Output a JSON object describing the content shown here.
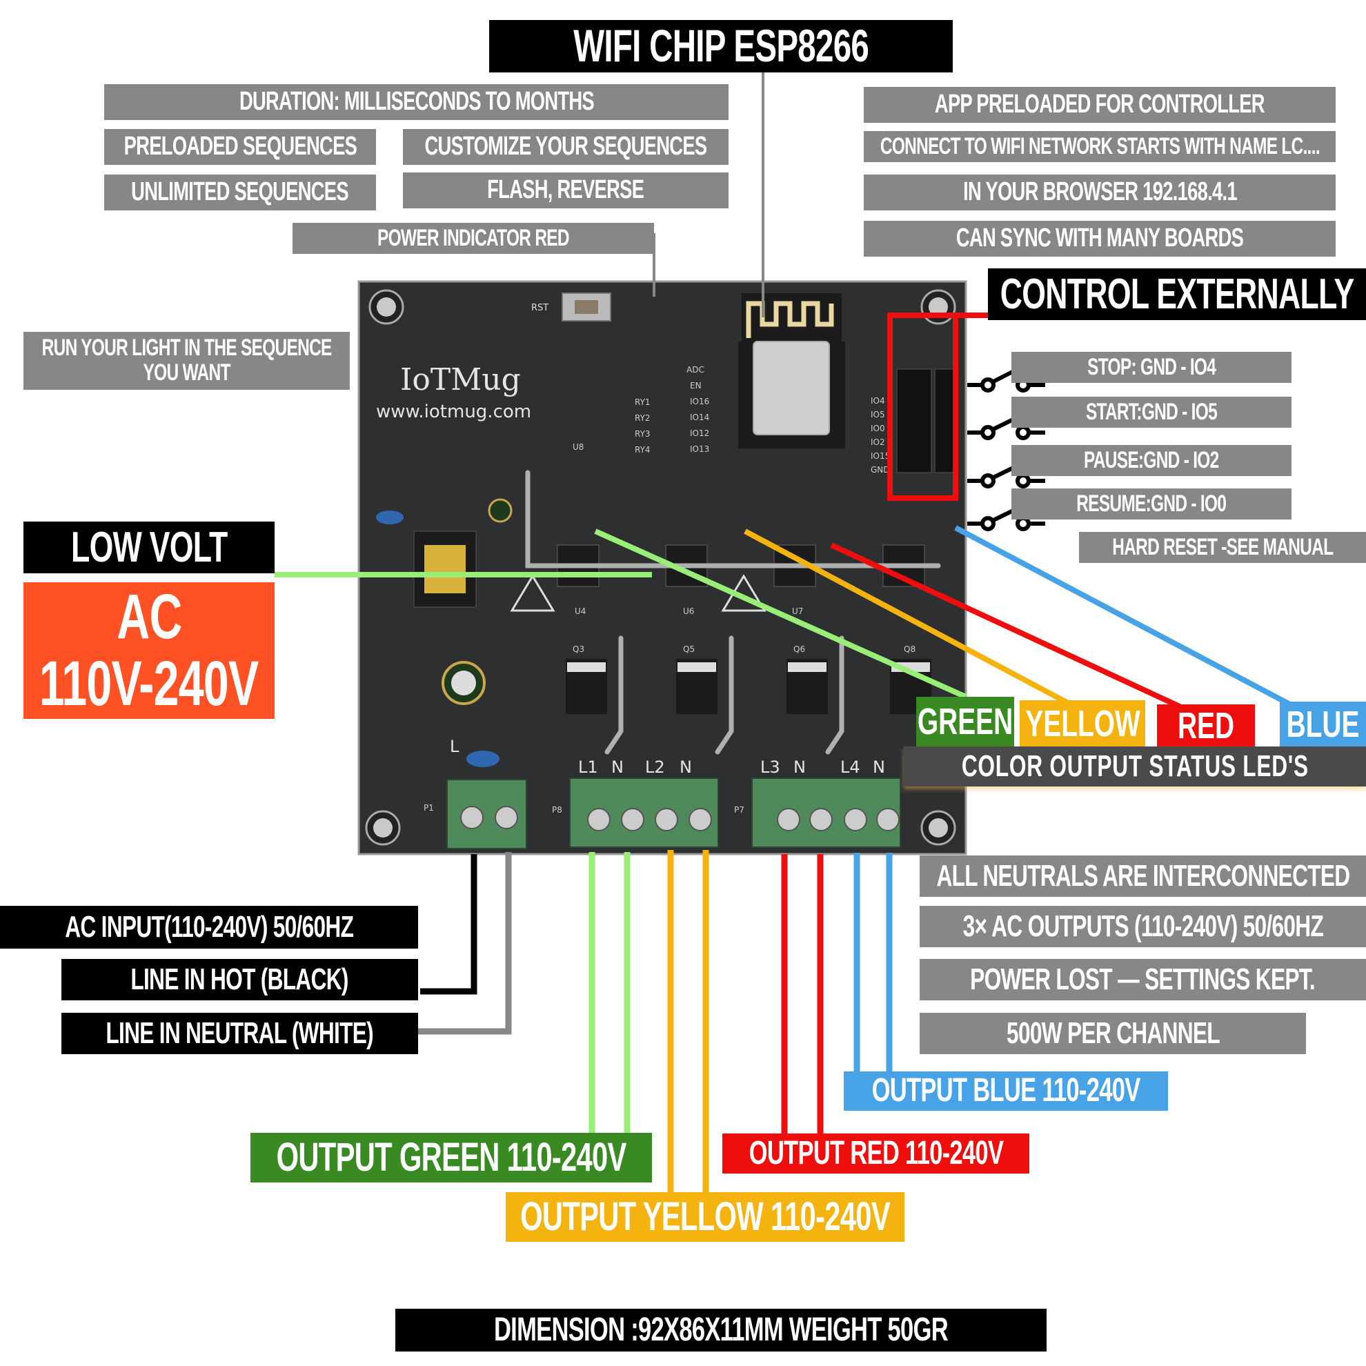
{
  "title": "WIFI CHIP ESP8266",
  "features_left": {
    "duration": "DURATION: MILLISECONDS TO MONTHS",
    "preloaded": "PRELOADED SEQUENCES",
    "customize": "CUSTOMIZE YOUR SEQUENCES",
    "unlimited": "UNLIMITED SEQUENCES",
    "flash_reverse": "FLASH, REVERSE",
    "power_indicator": "POWER INDICATOR RED",
    "run_sequence_line1": "RUN YOUR LIGHT IN THE SEQUENCE",
    "run_sequence_line2": "YOU WANT"
  },
  "features_right": {
    "app_preloaded": "APP PRELOADED FOR CONTROLLER",
    "connect_wifi": "CONNECT TO WIFI NETWORK STARTS WITH NAME LC....",
    "browser": "IN YOUR BROWSER 192.168.4.1",
    "sync": "CAN SYNC WITH MANY BOARDS"
  },
  "control_externally": {
    "heading": "CONTROL EXTERNALLY",
    "switches": [
      {
        "label": "STOP: GND - IO4"
      },
      {
        "label": "START:GND - IO5"
      },
      {
        "label": "PAUSE:GND - IO2"
      },
      {
        "label": "RESUME:GND - IO0"
      }
    ],
    "hard_reset": "HARD RESET -SEE MANUAL"
  },
  "voltage": {
    "low_volt": "LOW VOLT",
    "ac_line1": "AC",
    "ac_line2": "110V-240V"
  },
  "status_leds": {
    "title": "COLOR OUTPUT STATUS LED'S",
    "tags": [
      {
        "label": "GREEN",
        "color": "#3a8a24"
      },
      {
        "label": "YELLOW",
        "color": "#f5b30f"
      },
      {
        "label": "RED",
        "color": "#ef0e0e"
      },
      {
        "label": "BLUE",
        "color": "#47a3e6"
      }
    ]
  },
  "specs_right": {
    "neutrals": "ALL NEUTRALS ARE INTERCONNECTED",
    "outputs": "3× AC OUTPUTS (110-240V) 50/60HZ",
    "power_lost": "POWER LOST — SETTINGS KEPT.",
    "per_channel": "500W PER CHANNEL"
  },
  "input_labels": {
    "ac_input": "AC INPUT(110-240V) 50/60HZ",
    "line_hot": "LINE IN HOT (BLACK)",
    "line_neutral": "LINE IN NEUTRAL (WHITE)"
  },
  "outputs": {
    "green": "OUTPUT  GREEN 110-240V",
    "yellow": "OUTPUT  YELLOW 110-240V",
    "red": "OUTPUT RED  110-240V",
    "blue": "OUTPUT BLUE  110-240V"
  },
  "dimension": "DIMENSION :92X86X11MM  WEIGHT 50GR",
  "board": {
    "brand": "IoTMug",
    "url": "www.iotmug.com",
    "terminal_labels": [
      "L1",
      "N",
      "L2",
      "N",
      "L3",
      "N",
      "L4",
      "N"
    ],
    "silk": {
      "rst": "RST",
      "input_left": "L",
      "p1": "P1",
      "p8": "P8",
      "p7": "P7",
      "u4": "U4",
      "u6": "U6",
      "u7": "U7",
      "u8": "U8",
      "q3": "Q3",
      "q5": "Q5",
      "q6": "Q6",
      "q8": "Q8",
      "pins": [
        "ADC",
        "EN",
        "IO16",
        "IO14",
        "IO12",
        "IO13"
      ],
      "relays": [
        "RY1",
        "RY2",
        "RY3",
        "RY4"
      ],
      "header_pins": [
        "IO4",
        "IO5",
        "IO0",
        "IO2",
        "IO15",
        "GND"
      ]
    }
  },
  "colors": {
    "label_gray": "#878787",
    "ac_orange": "#ff5124",
    "wire_green": "#99ee77",
    "wire_yellow": "#f5b30f",
    "wire_red": "#ef0e0e",
    "wire_blue": "#47a3e6",
    "pcb": "#2e2f31",
    "terminal_green": "#4f8a5a"
  }
}
